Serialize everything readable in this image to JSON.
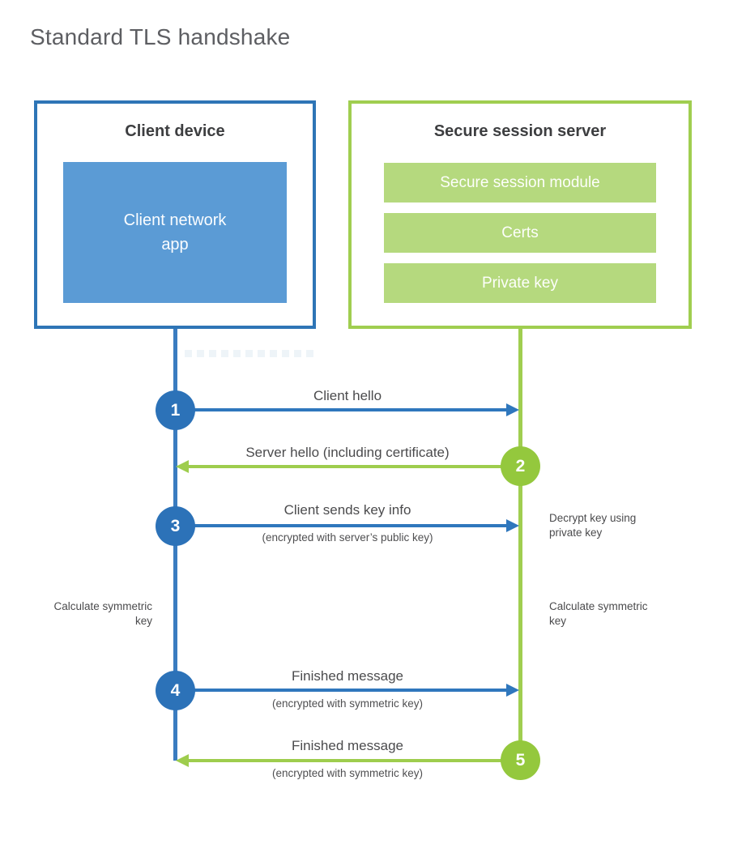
{
  "title": "Standard TLS handshake",
  "client": {
    "heading": "Client device",
    "app_label": "Client network app"
  },
  "server": {
    "heading": "Secure session server",
    "modules": [
      "Secure session module",
      "Certs",
      "Private key"
    ]
  },
  "steps": [
    {
      "num": "1",
      "from": "client",
      "direction": "right",
      "label": "Client hello",
      "sublabel": ""
    },
    {
      "num": "2",
      "from": "server",
      "direction": "left",
      "label": "Server hello (including certificate)",
      "sublabel": ""
    },
    {
      "num": "3",
      "from": "client",
      "direction": "right",
      "label": "Client sends key info",
      "sublabel": "(encrypted with server’s public key)"
    },
    {
      "num": "4",
      "from": "client",
      "direction": "right",
      "label": "Finished message",
      "sublabel": "(encrypted with symmetric key)"
    },
    {
      "num": "5",
      "from": "server",
      "direction": "left",
      "label": "Finished message",
      "sublabel": "(encrypted with symmetric key)"
    }
  ],
  "notes": {
    "decrypt": "Decrypt key using private key",
    "calc_left": "Calculate symmetric key",
    "calc_right": "Calculate symmetric key"
  },
  "colors": {
    "client_blue_border": "#2e75b6",
    "client_blue_fill": "#5b9bd5",
    "blue_accent": "#2f77bd",
    "server_green_border": "#a0ce50",
    "server_green_fill": "#b5d97e",
    "green_circle": "#94c83d",
    "heading_text": "#3d3e40",
    "label_text": "#4b4b4d",
    "title_text": "#5d5e62"
  }
}
